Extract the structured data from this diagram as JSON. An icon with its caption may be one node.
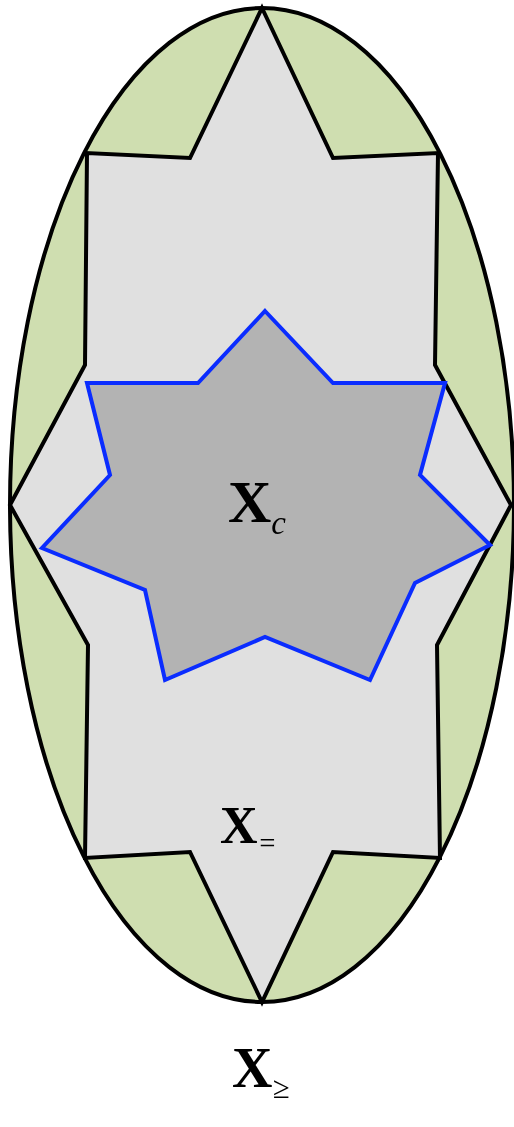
{
  "diagram": {
    "nodes": [
      {
        "text": [
          "**X**$_{≥}$"
        ]
      },
      {
        "text": [
          "**X**$_{=}$"
        ],
        "in": 0
      },
      {
        "text": [
          "**X**$_{c}$"
        ],
        "in": 1
      }
    ]
  }
}
